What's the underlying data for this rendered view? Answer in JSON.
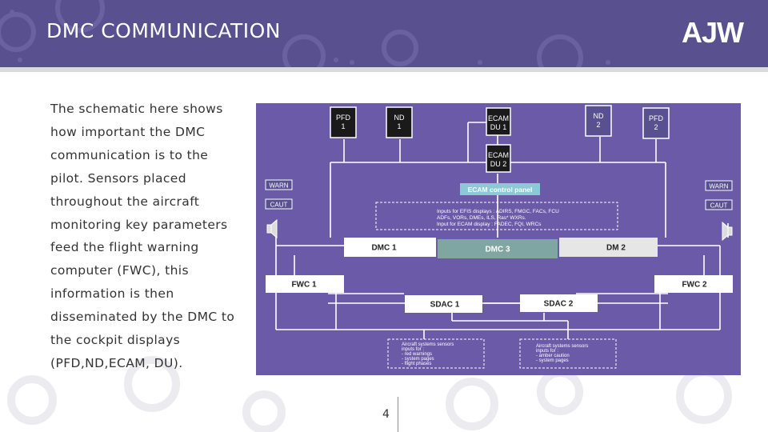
{
  "header": {
    "title": "DMC COMMUNICATION",
    "logo": "AJW",
    "background": "#58508f"
  },
  "body_text": "The schematic here shows how important the DMC communication is to the pilot. Sensors placed throughout the aircraft monitoring key parameters feed the flight warning computer (FWC), this information is then disseminated by the DMC to the cockpit displays (PFD,ND,ECAM, DU).",
  "diagram": {
    "background": "#6a5aa8",
    "displays": [
      {
        "line1": "PFD",
        "line2": "1"
      },
      {
        "line1": "ND",
        "line2": "1"
      },
      {
        "line1": "ECAM",
        "line2": "DU 1"
      },
      {
        "line1": "ND",
        "line2": "2"
      },
      {
        "line1": "PFD",
        "line2": "2"
      },
      {
        "line1": "ECAM",
        "line2": "DU 2"
      }
    ],
    "ecam_control_panel": "ECAM control panel",
    "warn_left": "WARN",
    "caut_left": "CAUT",
    "warn_right": "WARN",
    "caut_right": "CAUT",
    "inputs_note": [
      "Inputs for EFIS displays : ADIRS, FMGC, FACs, FCU",
      "ADFs, VORs, DMEs, ILS, Ras* WXRs.",
      "Input for ECAM display : FADEC, FQI, WRCs"
    ],
    "dmc1": "DMC 1",
    "dmc3": "DMC 3",
    "dm2": "DM 2",
    "fwc1": "FWC 1",
    "fwc2": "FWC 2",
    "sdac1": "SDAC 1",
    "sdac2": "SDAC 2",
    "sensors_left": [
      "Aircraft systems sensors",
      "inputs for :",
      "- red warnings",
      "- system pages",
      "- flight phases"
    ],
    "sensors_right": [
      "Aircraft systems sensors",
      "inputs for :",
      "- amber caution",
      "- system pages"
    ]
  },
  "page_number": "4"
}
